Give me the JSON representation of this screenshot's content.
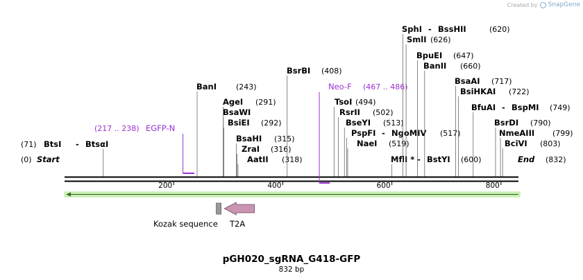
{
  "credit": {
    "prefix": "Created by",
    "brand": "SnapGene"
  },
  "plasmid": {
    "name": "pGH020_sgRNA_G418-GFP",
    "length_label": "832 bp",
    "length": 832
  },
  "colors": {
    "enzyme": "#000000",
    "primer": "#9b30d0",
    "feature_arrow": "#c994b1",
    "kozak": "#999999",
    "orf_fill": "#d6f5c2",
    "orf_stroke": "#2e6b1f"
  },
  "ends": {
    "start_label": "Start",
    "start_pos": "(0)",
    "end_label": "End",
    "end_pos": "(832)"
  },
  "ticks": [
    {
      "value": 200,
      "label": "200"
    },
    {
      "value": 400,
      "label": "400"
    },
    {
      "value": 600,
      "label": "600"
    },
    {
      "value": 800,
      "label": "800"
    }
  ],
  "enzymes": [
    {
      "pos": "(71)",
      "name": "BtsI",
      "name2": "BtsαI",
      "site": 71
    },
    {
      "pos": "(243)",
      "name": "BanI",
      "site": 243
    },
    {
      "pos": "(291)",
      "name": "AgeI",
      "site": 291
    },
    {
      "name": "BsaWI",
      "site": 291
    },
    {
      "pos": "(292)",
      "name": "BsiEI",
      "site": 292
    },
    {
      "pos": "(315)",
      "name": "BsaHI",
      "site": 315
    },
    {
      "pos": "(316)",
      "name": "ZraI",
      "site": 316
    },
    {
      "pos": "(318)",
      "name": "AatII",
      "site": 318
    },
    {
      "pos": "(408)",
      "name": "BsrBI",
      "site": 408
    },
    {
      "pos": "(494)",
      "name": "TsoI",
      "site": 494
    },
    {
      "pos": "(502)",
      "name": "RsrII",
      "site": 502
    },
    {
      "pos": "(513)",
      "name": "BseYI",
      "site": 513
    },
    {
      "pos": "(517)",
      "name": "PspFI",
      "name2": "NgoMIV",
      "site": 517
    },
    {
      "pos": "(519)",
      "name": "NaeI",
      "site": 519
    },
    {
      "pos": "(600)",
      "name": "MflI *",
      "name2": "BstYI",
      "site": 600
    },
    {
      "pos": "(620)",
      "name": "SphI",
      "name2": "BssHII",
      "site": 620
    },
    {
      "pos": "(626)",
      "name": "SmlI",
      "site": 626
    },
    {
      "pos": "(647)",
      "name": "BpuEI",
      "site": 647
    },
    {
      "pos": "(660)",
      "name": "BanII",
      "site": 660
    },
    {
      "pos": "(717)",
      "name": "BsaAI",
      "site": 717
    },
    {
      "pos": "(722)",
      "name": "BsiHKAI",
      "site": 722
    },
    {
      "pos": "(749)",
      "name": "BfuAI",
      "name2": "BspMI",
      "site": 749
    },
    {
      "pos": "(790)",
      "name": "BsrDI",
      "site": 790
    },
    {
      "pos": "(799)",
      "name": "NmeAIII",
      "site": 799
    },
    {
      "pos": "(803)",
      "name": "BciVI",
      "site": 803
    }
  ],
  "primers": [
    {
      "name": "EGFP-N",
      "range": "(217 .. 238)",
      "start": 217,
      "end": 238
    },
    {
      "name": "Neo-F",
      "range": "(467 .. 486)",
      "start": 467,
      "end": 486
    }
  ],
  "features": [
    {
      "name": "Kozak sequence",
      "start": 278,
      "end": 287
    },
    {
      "name": "T2A",
      "start": 293,
      "end": 348
    }
  ]
}
